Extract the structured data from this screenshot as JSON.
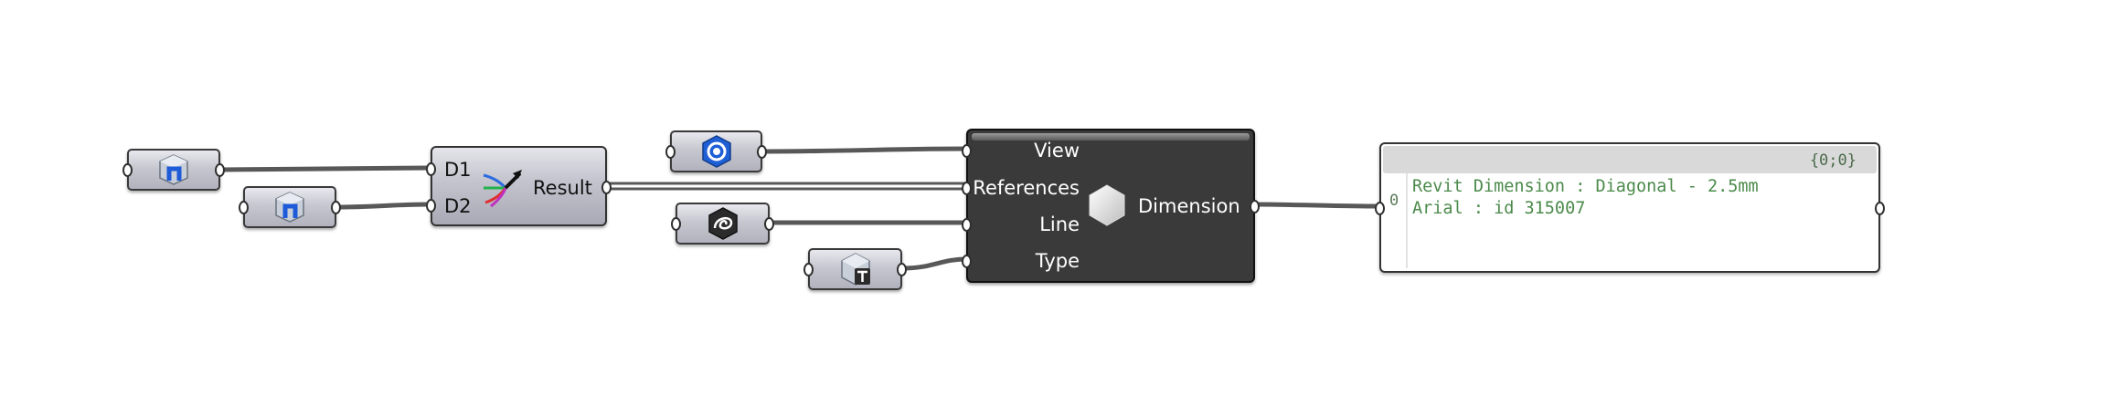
{
  "result_component": {
    "inputs": [
      "D1",
      "D2"
    ],
    "output": "Result"
  },
  "dimension_component": {
    "inputs": [
      "View",
      "References",
      "Line",
      "Type"
    ],
    "output": "Dimension"
  },
  "panel": {
    "path": "{0;0}",
    "index": "0",
    "lines": [
      "Revit Dimension : Diagonal - 2.5mm",
      "Arial : id 315007"
    ]
  },
  "icons": {
    "element_param_1": "revit-element-icon",
    "element_param_2": "revit-element-icon",
    "view_param": "revit-view-icon",
    "curve_param": "curve-icon",
    "type_param": "revit-type-icon",
    "result_component": "merge-arrows-icon",
    "dimension_component": "hexagon-icon"
  },
  "colors": {
    "canvas": "#ffffff",
    "wire": "#585858",
    "component_gray": "#c6c6d0",
    "component_dark": "#3a3a3a",
    "panel_text": "#4b8a4b"
  }
}
